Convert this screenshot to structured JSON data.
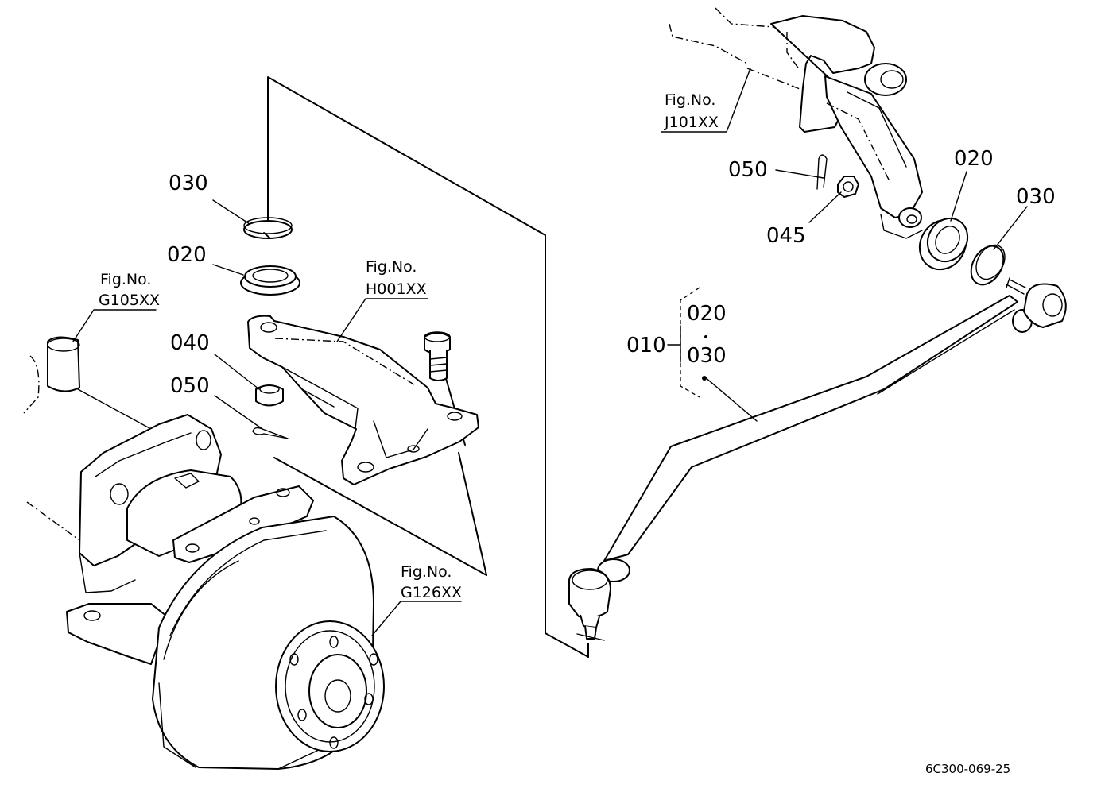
{
  "callouts": {
    "left_030": "030",
    "left_020": "020",
    "left_040": "040",
    "left_050": "050",
    "right_050": "050",
    "right_045": "045",
    "right_020": "020",
    "right_030": "030",
    "assembly_010": "010",
    "assembly_sub_020": "020",
    "assembly_sub_030": "030"
  },
  "figure_refs": {
    "g105_prefix": "Fig.No.",
    "g105_number": "G105XX",
    "h001_prefix": "Fig.No.",
    "h001_number": "H001XX",
    "j101_prefix": "Fig.No.",
    "j101_number": "J101XX",
    "g126_prefix": "Fig.No.",
    "g126_number": "G126XX"
  },
  "drawing_code": "6C300-069-25"
}
